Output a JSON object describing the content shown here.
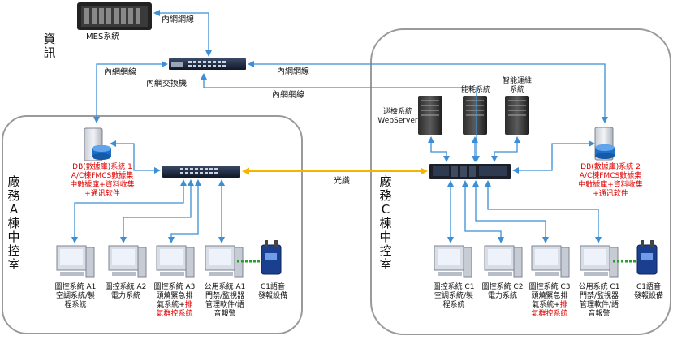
{
  "top_vertical_label": "資訊",
  "mes": {
    "label": "MES系統"
  },
  "links": {
    "mes_to_switch": "內網網線",
    "switch_left": "內網網線",
    "switch_right": "內網網線",
    "switch_to_c": "內網網線"
  },
  "core_switch": {
    "label": "內網交換機"
  },
  "fiber_label": "光纖",
  "building_a": {
    "vertical_label": "廠務A棟中控室",
    "db_label_red": "DB(數據庫)系統 1\nA/C棟FMCS數據集\n中數據庫+資料收集\n+通讯软件",
    "pcs": [
      {
        "caption": "圖控系統 A1\n空調系統/製\n程系統"
      },
      {
        "caption": "圖控系統 A2\n電力系統"
      },
      {
        "caption_black": "圖控系統 A3\n頭燒緊急排\n氣系統+",
        "caption_red": "排\n氣群控系統"
      },
      {
        "caption": "公用系統 A1\n門禁/監視器\n管理軟件/語\n音報警"
      }
    ],
    "c1_device": "C1語音\n發報設備"
  },
  "building_c": {
    "vertical_label": "廠務C棟中控室",
    "servers": [
      {
        "label": "巡檢系統\nWebServer"
      },
      {
        "label": "能耗系統"
      },
      {
        "label": "智能運維\n系統"
      }
    ],
    "db_label_red": "DB(數據庫)系統 2\nA/C棟FMCS數據集\n中數據庫+資料收集\n+通讯软件",
    "pcs": [
      {
        "caption": "圖控系統 C1\n空調系統/製\n程系統"
      },
      {
        "caption": "圖控系統 C2\n電力系統"
      },
      {
        "caption_black": "圖控系統 C3\n頭燒緊急排\n氣系統+",
        "caption_red": "排\n氣群控系統"
      },
      {
        "caption": "公用系統 C1\n門禁/監視器\n管理軟件/語\n音報警"
      }
    ],
    "c1_device": "C1語音\n發報設備"
  },
  "colors": {
    "link_blue": "#3b8fd6",
    "fiber_orange": "#f5b400",
    "dotted_green": "#2aa02a",
    "frame_gray": "#9a9a9a",
    "red_text": "#e00000"
  }
}
